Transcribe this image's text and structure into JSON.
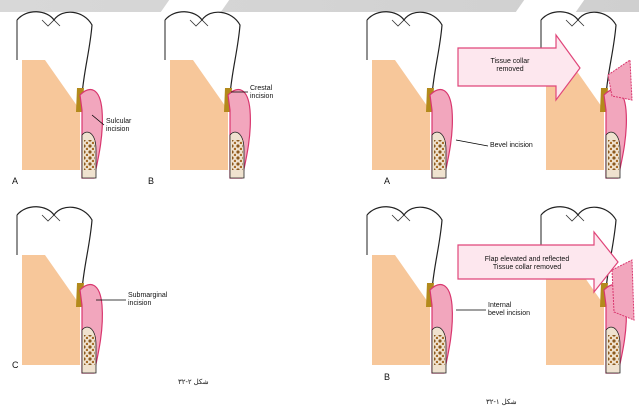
{
  "figure_left": {
    "panels": {
      "a": {
        "letter": "A",
        "label": "Sulcular\nincision"
      },
      "b": {
        "letter": "B",
        "label": "Crestal\nincision"
      },
      "c": {
        "letter": "C",
        "label": "Submarginal\nincision"
      }
    },
    "caption": "شکل ۲-۳۲"
  },
  "figure_right": {
    "panels": {
      "a": {
        "letter": "A",
        "arrow_text": "Tissue collar\nremoved",
        "label": "Bevel incision"
      },
      "b": {
        "letter": "B",
        "arrow_text": "Flap elevated and reflected\nTissue collar removed",
        "label": "Internal\nbevel incision"
      }
    },
    "caption": "شکل ۱-۳۲"
  },
  "colors": {
    "gingiva": "#f2a6bd",
    "gingiva_edge": "#d9366e",
    "root": "#f7c79a",
    "bone": "#efe2cf",
    "bone_dots": "#8b5a1e",
    "enamel_outline": "#222222",
    "arrow_fill": "#fde7ee",
    "arrow_edge": "#e0467a"
  }
}
